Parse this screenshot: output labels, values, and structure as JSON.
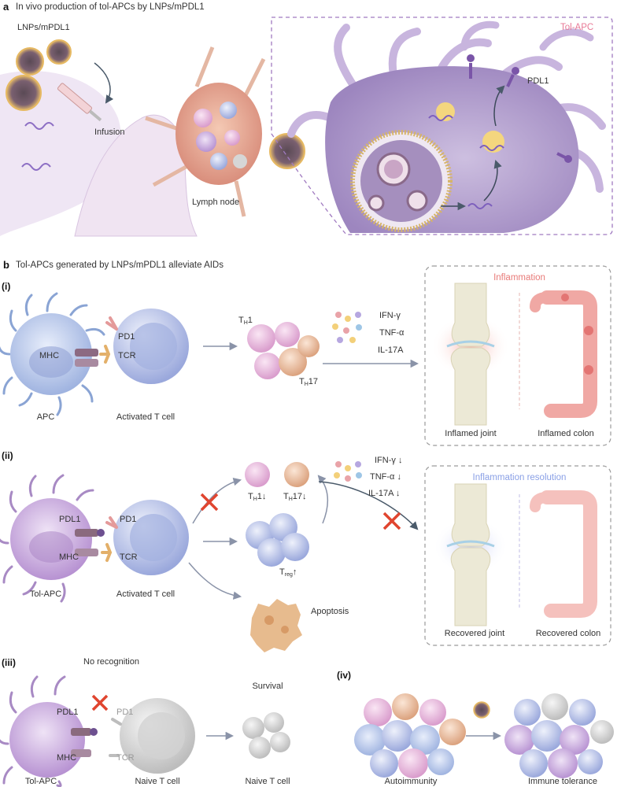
{
  "panel_a": {
    "letter": "a",
    "title": "In vivo production of tol-APCs by LNPs/mPDL1",
    "lnp_label": "LNPs/mPDL1",
    "infusion": "Infusion",
    "lymph_node": "Lymph node",
    "tol_apc": "Tol-APC",
    "pdl1": "PDL1"
  },
  "panel_b": {
    "letter": "b",
    "title": "Tol-APCs generated by LNPs/mPDL1 alleviate AIDs",
    "i": {
      "roman": "(i)",
      "pd1": "PD1",
      "mhc": "MHC",
      "tcr": "TCR",
      "apc": "APC",
      "activated_t": "Activated T cell",
      "th1_base": "T",
      "th1_sub": "H",
      "th1_rest": "1",
      "th17_base": "T",
      "th17_sub": "H",
      "th17_rest": "17",
      "cytokines": [
        "IFN-γ",
        "TNF-α",
        "IL-17A"
      ],
      "inflammation": "Inflammation",
      "inflamed_joint": "Inflamed joint",
      "inflamed_colon": "Inflamed colon"
    },
    "ii": {
      "roman": "(ii)",
      "pdl1": "PDL1",
      "pd1": "PD1",
      "mhc": "MHC",
      "tcr": "TCR",
      "tol_apc": "Tol-APC",
      "activated_t": "Activated T cell",
      "th1_base": "T",
      "th1_sub": "H",
      "th1_rest": "1↓",
      "th17_base": "T",
      "th17_sub": "H",
      "th17_rest": "17↓",
      "treg_base": "T",
      "treg_sub": "reg",
      "treg_rest": "↑",
      "apoptosis": "Apoptosis",
      "cytokines": [
        "IFN-γ ↓",
        "TNF-α ↓",
        "IL-17A ↓"
      ],
      "resolution": "Inflammation resolution",
      "recovered_joint": "Recovered joint",
      "recovered_colon": "Recovered colon"
    },
    "iii": {
      "roman": "(iii)",
      "no_recognition": "No recognition",
      "pdl1": "PDL1",
      "pd1": "PD1",
      "mhc": "MHC",
      "tcr": "TCR",
      "tol_apc": "Tol-APC",
      "naive_t": "Naive T cell",
      "survival": "Survival",
      "naive_t_out": "Naive T cell"
    },
    "iv": {
      "roman": "(iv)",
      "autoimmunity": "Autoimmunity",
      "immune_tolerance": "Immune tolerance"
    }
  },
  "colors": {
    "apc_blue": "#a9bde6",
    "tol_apc_purple": "#c7a8dc",
    "t_cell_blue": "#aab8e8",
    "naive_grey": "#cfcfcf",
    "inflammation_red": "#e87a78",
    "arrow_grey": "#8a93a8",
    "inhibit_red": "#e0452f",
    "dashed_purple": "#a07ac0"
  }
}
